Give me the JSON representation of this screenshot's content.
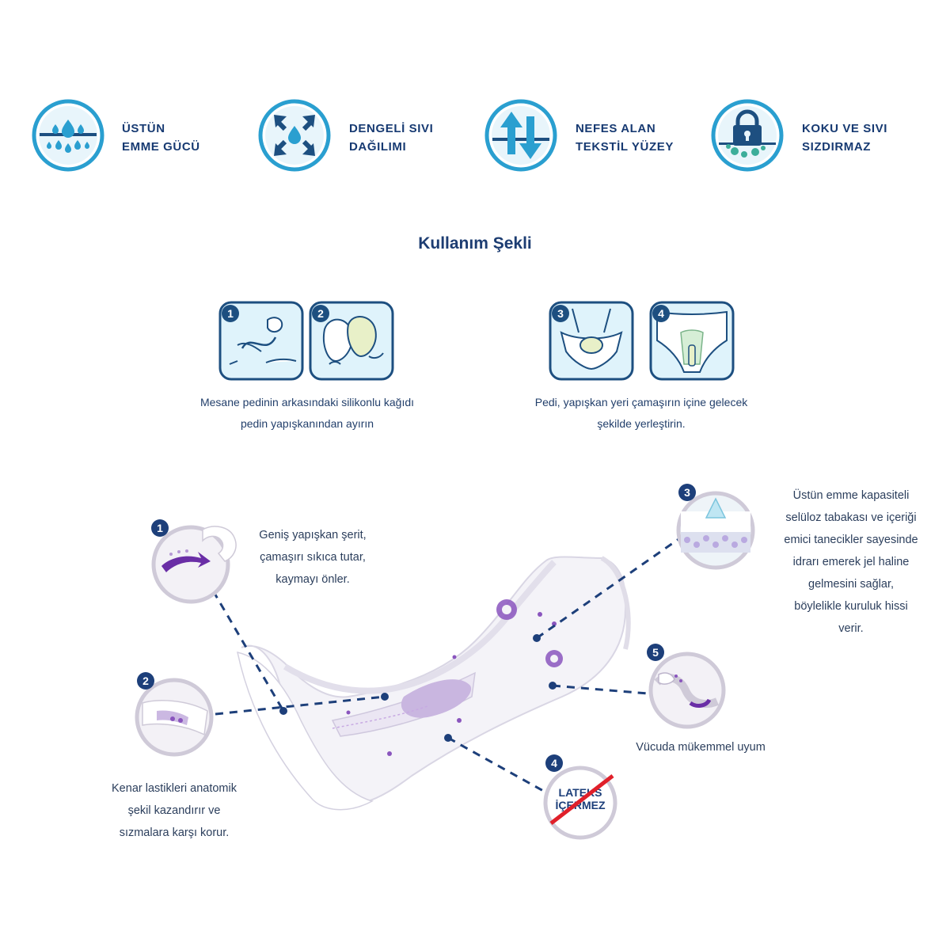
{
  "features": [
    {
      "icon": "water-drops-absorb-icon",
      "line1": "ÜSTÜN",
      "line2": "EMME GÜCÜ"
    },
    {
      "icon": "balanced-distribution-icon",
      "line1": "DENGELİ SIVI",
      "line2": "DAĞILIMI"
    },
    {
      "icon": "breathable-arrows-icon",
      "line1": "NEFES ALAN",
      "line2": "TEKSTİL YÜZEY"
    },
    {
      "icon": "lock-odor-icon",
      "line1": "KOKU VE SIVI",
      "line2": "SIZDIRMAZ"
    }
  ],
  "usage": {
    "title": "Kullanım Şekli",
    "steps": [
      {
        "number": "1",
        "icon": "peel-backing-illustration"
      },
      {
        "number": "2",
        "icon": "separate-paper-illustration"
      },
      {
        "number": "3",
        "icon": "place-in-underwear-illustration"
      },
      {
        "number": "4",
        "icon": "wear-underwear-illustration"
      }
    ],
    "captions": [
      {
        "line1": "Mesane pedinin arkasındaki silikonlu kağıdı",
        "line2": "pedin yapışkanından ayırın"
      },
      {
        "line1": "Pedi, yapışkan yeri çamaşırın içine gelecek",
        "line2": "şekilde yerleştirin."
      }
    ]
  },
  "callouts": [
    {
      "number": "1",
      "lines": [
        "Geniş yapışkan şerit,",
        "çamaşırı sıkıca tutar,",
        "kaymayı önler."
      ]
    },
    {
      "number": "2",
      "lines": [
        "Kenar lastikleri anatomik",
        "şekil kazandırır ve",
        "sızmalara karşı korur."
      ]
    },
    {
      "number": "3",
      "lines": [
        "Üstün emme kapasiteli",
        "selüloz tabakası ve içeriği",
        "emici tanecikler sayesinde",
        "idrarı emerek jel haline",
        "gelmesini sağlar,",
        "böylelikle kuruluk hissi",
        "verir."
      ]
    },
    {
      "number": "4",
      "badge_line1": "LATEKS",
      "badge_line2": "İÇERMEZ"
    },
    {
      "number": "5",
      "lines": [
        "Vücuda mükemmel uyum"
      ]
    }
  ],
  "colors": {
    "navy": "#173a72",
    "teal": "#2a9fd0",
    "purple": "#7a3fb0",
    "dashed": "#1d3f7a"
  }
}
